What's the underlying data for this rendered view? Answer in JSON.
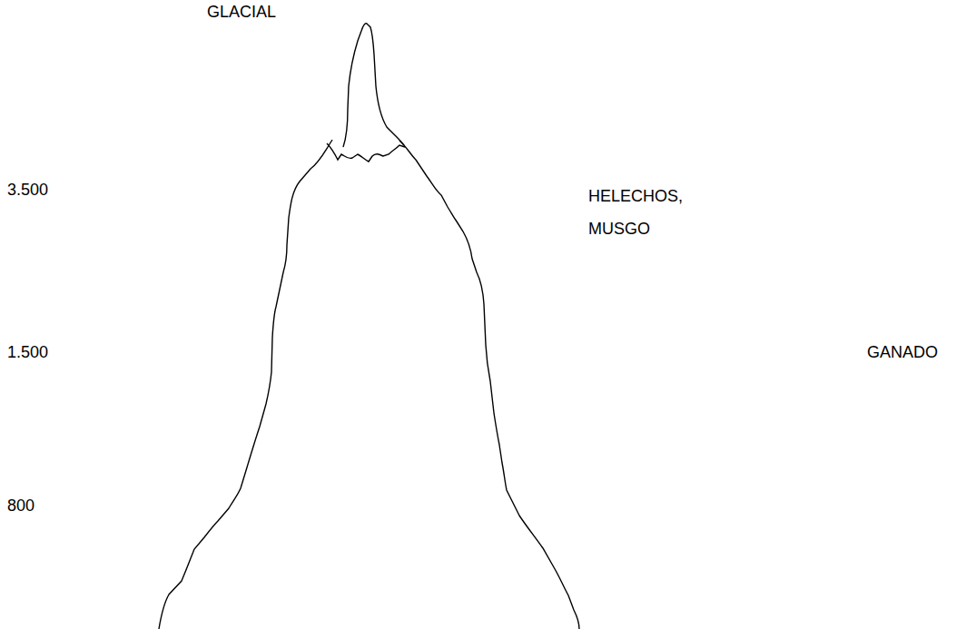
{
  "diagram": {
    "labels": [
      "GLACIAL",
      "3.500",
      "HELECHOS, MUSGO",
      "1.500",
      "GANADO",
      "800"
    ]
  }
}
